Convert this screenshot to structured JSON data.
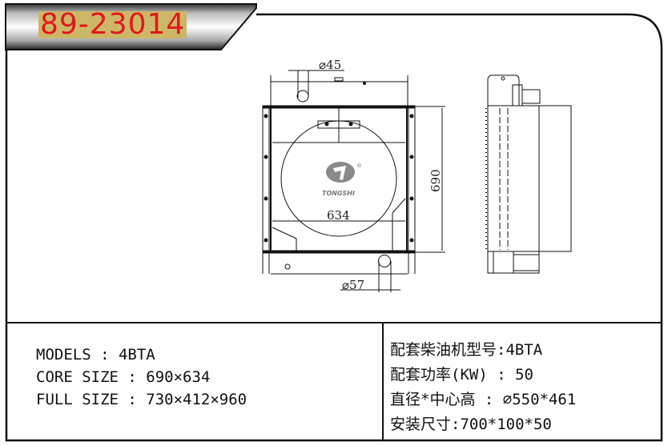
{
  "title": "89-23014",
  "drawing": {
    "inlet_dia": "⌀45",
    "outlet_dia": "⌀57",
    "core_width": "634",
    "core_height": "690",
    "logo_text": "TONGSHI"
  },
  "specs_en": [
    {
      "label": "MODELS",
      "sep": " : ",
      "value": "4BTA"
    },
    {
      "label": "CORE SIZE",
      "sep": " : ",
      "value": "690×634"
    },
    {
      "label": "FULL SIZE",
      "sep": " : ",
      "value": "730×412×960"
    }
  ],
  "specs_cn": [
    {
      "label": "配套柴油机型号",
      "sep": ":",
      "value": "4BTA"
    },
    {
      "label": "配套功率(KW)",
      "sep": " : ",
      "value": "50"
    },
    {
      "label": "直径*中心高",
      "sep": " : ",
      "value": "⌀550*461"
    },
    {
      "label": "安装尺寸",
      "sep": ":",
      "value": "700*100*50"
    }
  ]
}
